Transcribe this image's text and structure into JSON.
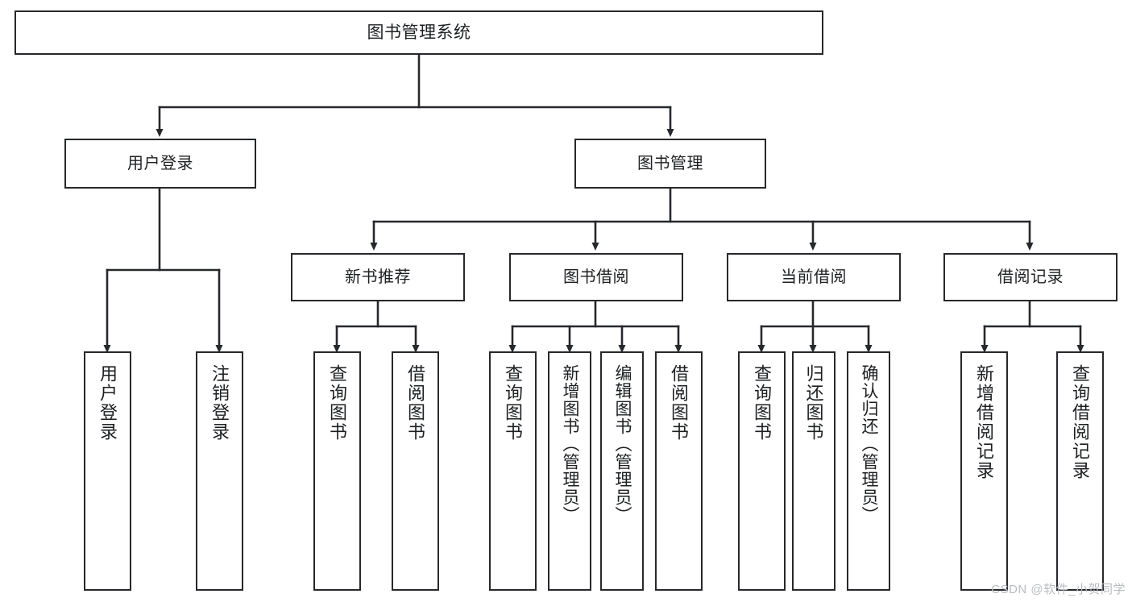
{
  "diagram": {
    "title": "图书管理系统",
    "type": "tree-hierarchy",
    "watermark": "CSDN @软件_小贺同学",
    "colors": {
      "stroke": "#26282b",
      "fill": "#ffffff",
      "text": "#1d1f21",
      "watermark": "#b8bcc0"
    },
    "nodes": {
      "root": "图书管理系统",
      "level2": {
        "user_login": "用户登录",
        "book_manage": "图书管理"
      },
      "level3": {
        "new_book_recommend": "新书推荐",
        "book_borrow": "图书借阅",
        "current_borrow": "当前借阅",
        "borrow_record": "借阅记录"
      },
      "leaves": {
        "user_login_children": [
          "用户登录",
          "注销登录"
        ],
        "new_book_recommend_children": [
          "查询图书",
          "借阅图书"
        ],
        "book_borrow_children": [
          "查询图书",
          "新增图书（管理员）",
          "编辑图书（管理员）",
          "借阅图书"
        ],
        "current_borrow_children": [
          "查询图书",
          "归还图书",
          "确认归还（管理员）"
        ],
        "borrow_record_children": [
          "新增借阅记录",
          "查询借阅记录"
        ]
      }
    }
  }
}
